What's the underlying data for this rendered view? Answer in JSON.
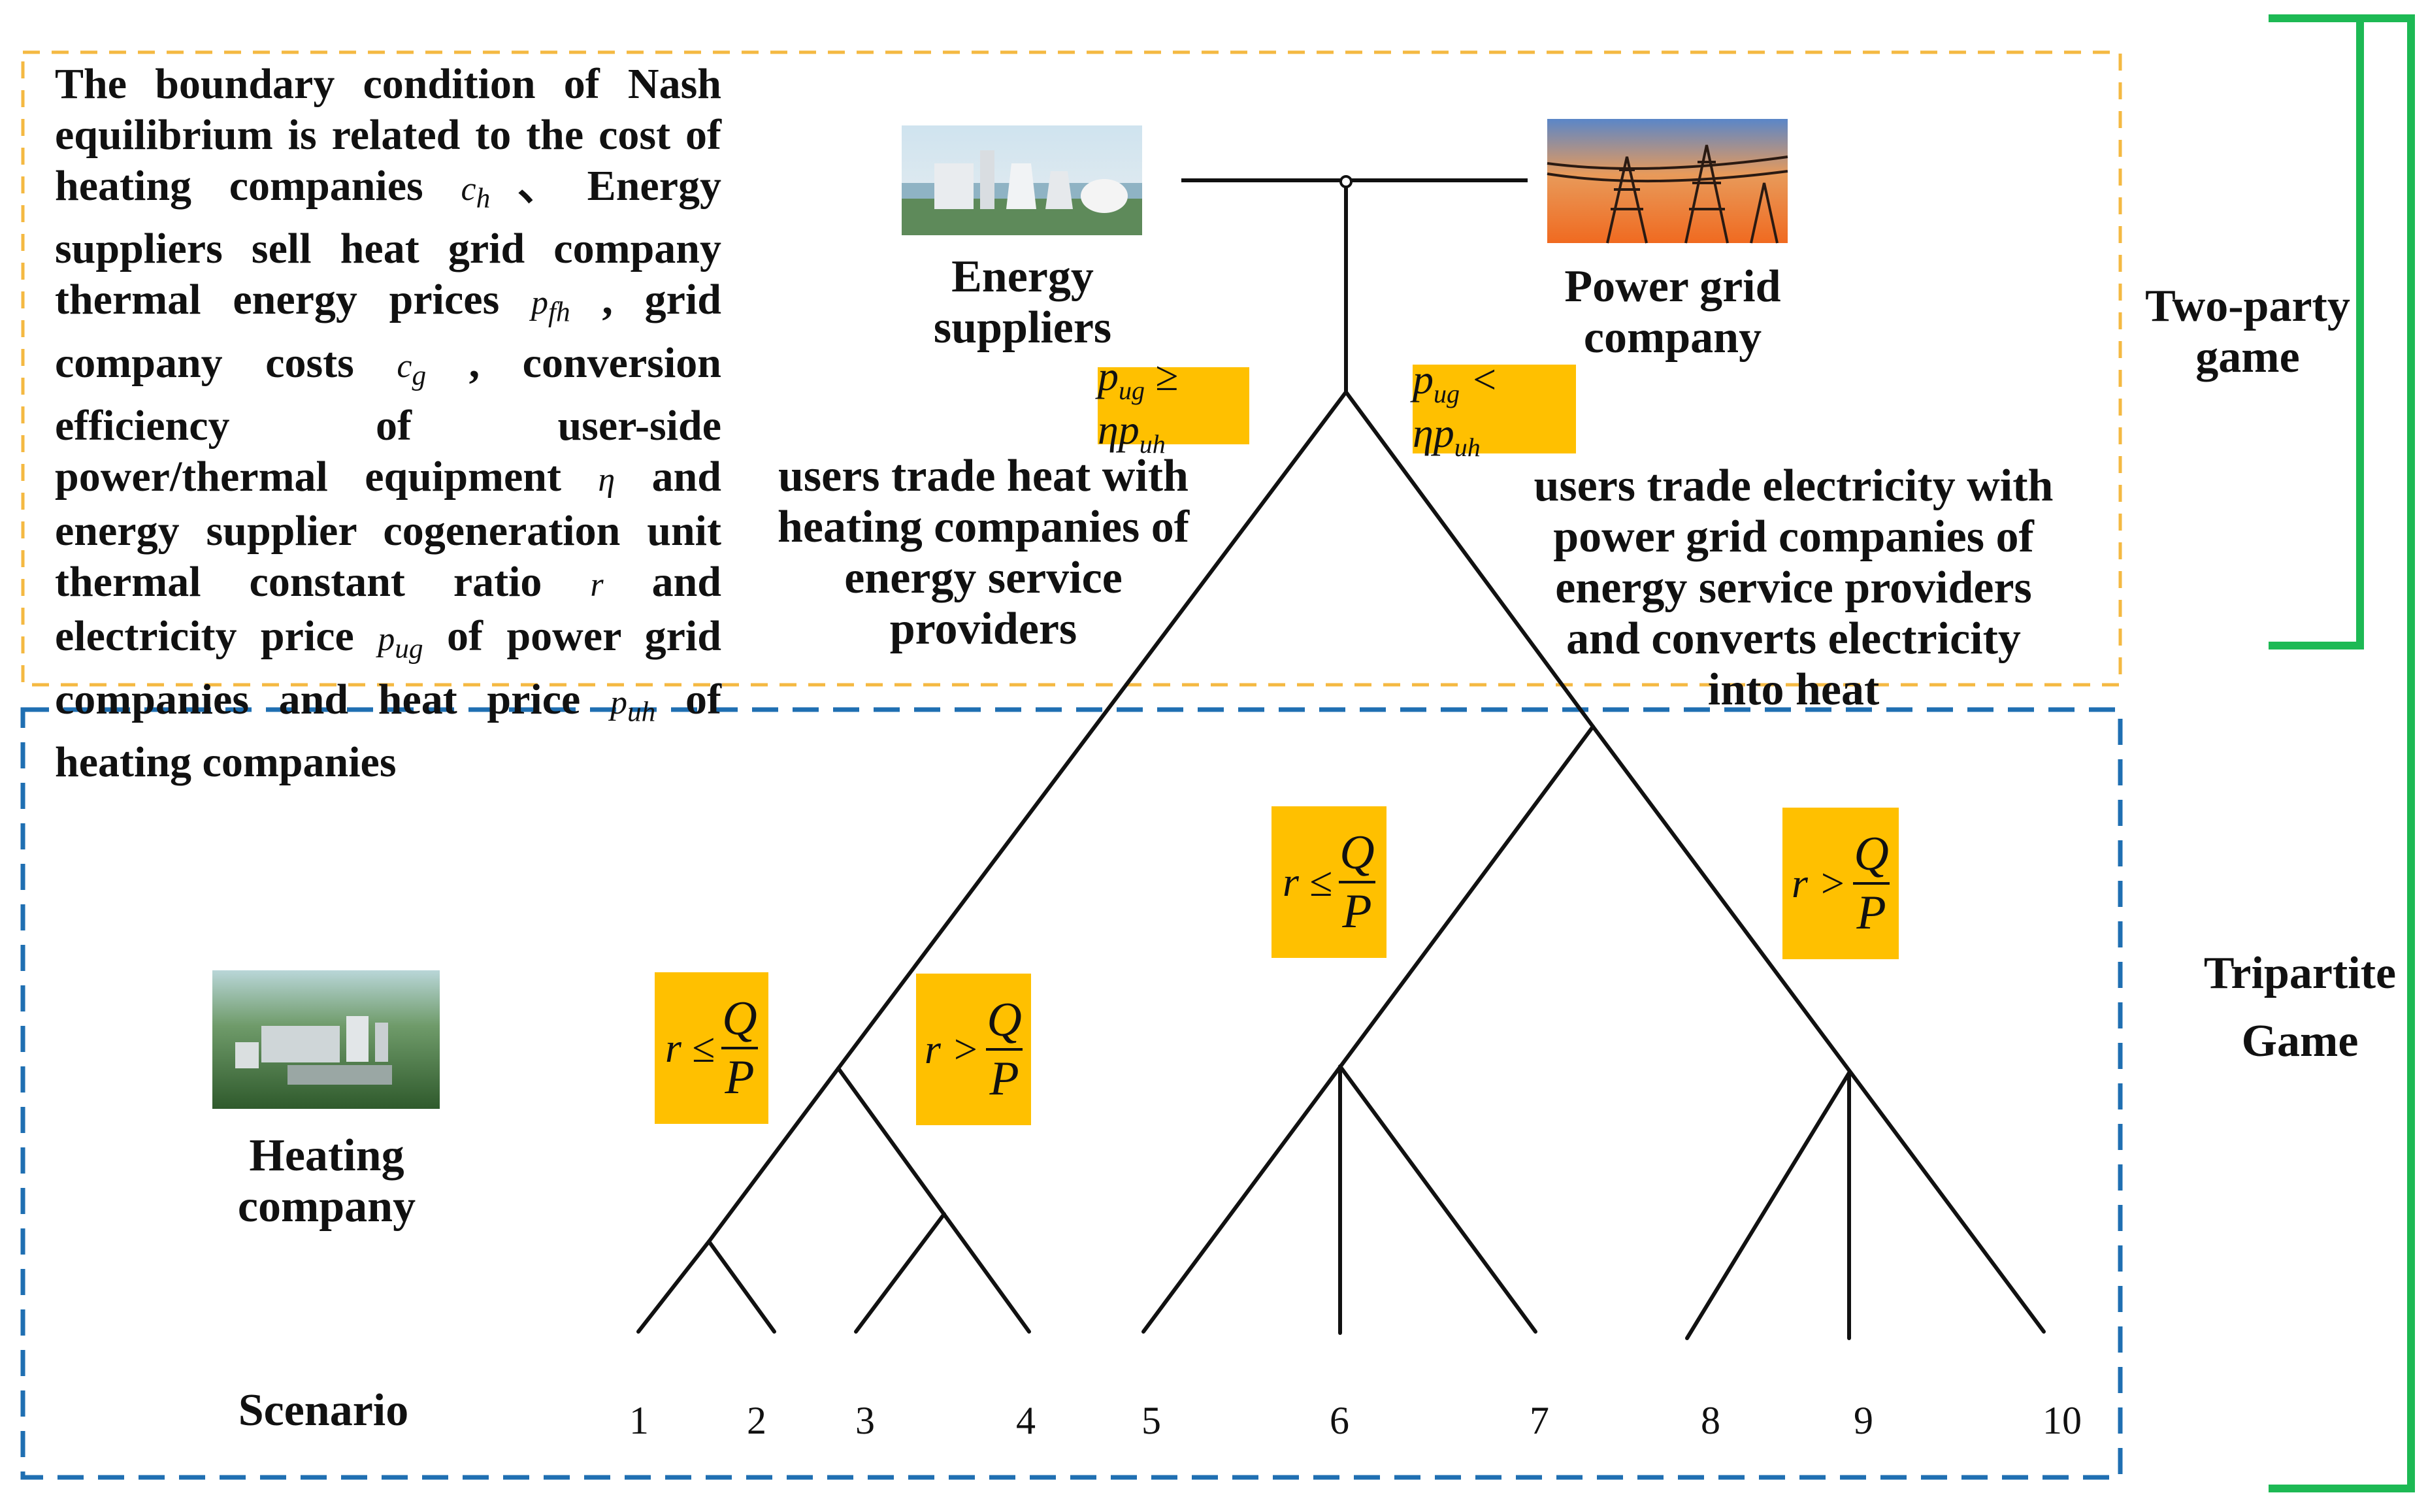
{
  "description": {
    "text_1": "The boundary condition of Nash equilibrium is related to the cost of heating companies ",
    "var_ch": "c",
    "var_ch_sub": "h",
    "text_2": "、Energy suppliers sell heat grid company thermal energy prices ",
    "var_pfh": "p",
    "var_pfh_sub": "fh",
    "text_3": " , grid company costs ",
    "var_cg": "c",
    "var_cg_sub": "g",
    "text_4": " , conversion efficiency of user-side power/thermal equipment ",
    "var_eta": "η",
    "text_5": " and energy supplier cogeneration unit thermal constant ratio ",
    "var_r": "r",
    "text_6": " and electricity price ",
    "var_pug": "p",
    "var_pug_sub": "ug",
    "text_7": " of power grid companies and heat price ",
    "var_puh": "p",
    "var_puh_sub": "uh",
    "text_8": " of heating companies"
  },
  "nodes": {
    "energy_suppliers": "Energy suppliers",
    "power_grid": "Power grid company",
    "heating_company": "Heating company"
  },
  "branches": {
    "left": "users trade heat with heating companies of energy service providers",
    "right": "users trade electricity with power grid companies of energy service providers and converts electricity into heat"
  },
  "conditions": {
    "left_top": {
      "p": "p",
      "p_sub": "ug",
      "op": "≥",
      "eta": "η",
      "p2": "p",
      "p2_sub": "uh"
    },
    "right_top": {
      "p": "p",
      "p_sub": "ug",
      "op": "<",
      "eta": "η",
      "p2": "p",
      "p2_sub": "uh"
    },
    "c1": {
      "r": "r",
      "op": "≤",
      "num": "Q",
      "den": "P"
    },
    "c2": {
      "r": "r",
      "op": ">",
      "num": "Q",
      "den": "P"
    },
    "c3": {
      "r": "r",
      "op": "≤",
      "num": "Q",
      "den": "P"
    },
    "c4": {
      "r": "r",
      "op": ">",
      "num": "Q",
      "den": "P"
    }
  },
  "games": {
    "two_party": "Two-party game",
    "tripartite": "Tripartite Game"
  },
  "scenario": {
    "label": "Scenario",
    "numbers": [
      "1",
      "2",
      "3",
      "4",
      "5",
      "6",
      "7",
      "8",
      "9",
      "10"
    ]
  },
  "colors": {
    "yellow_dash": "#F4B942",
    "blue_dash": "#1F6FB2",
    "green_bracket": "#1DB954",
    "cond_fill": "#FFC000"
  }
}
